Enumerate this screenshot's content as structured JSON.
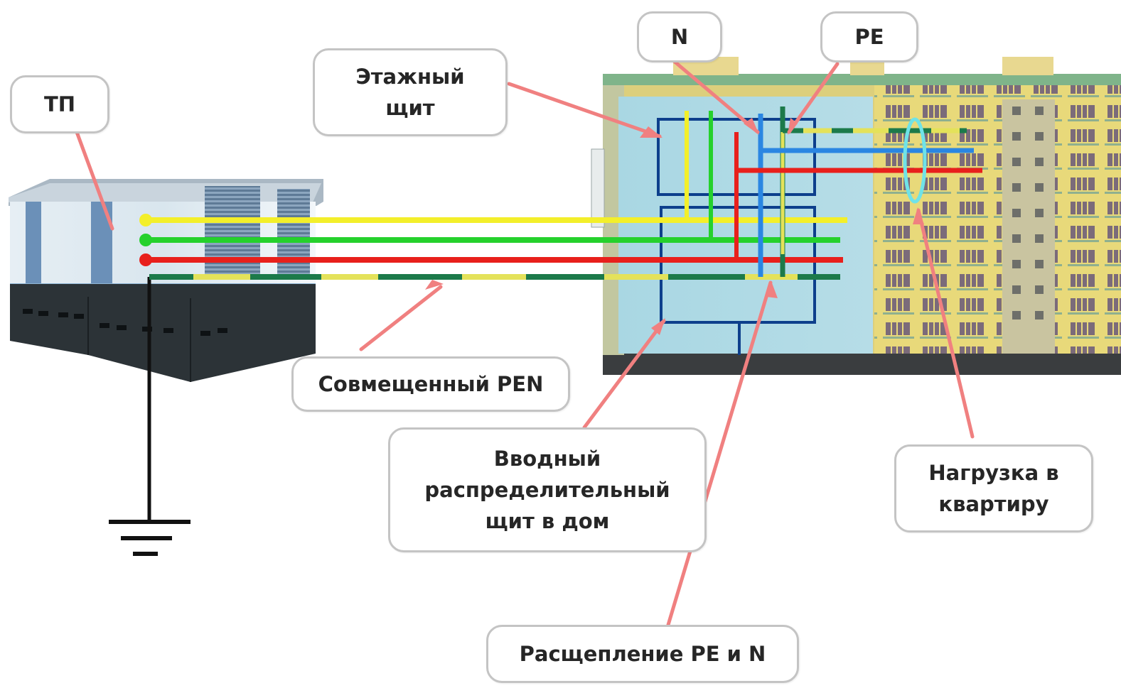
{
  "labels": {
    "tp": "ТП",
    "etazhny_line1": "Этажный",
    "etazhny_line2": "щит",
    "n": "N",
    "pe": "PE",
    "pen": "Совмещенный PEN",
    "vvodnoy_line1": "Вводный",
    "vvodnoy_line2": "распределительный",
    "vvodnoy_line3": "щит в дом",
    "rasscheplenie": "Расщепление PE и N",
    "nagruzka_line1": "Нагрузка в",
    "nagruzka_line2": "квартиру"
  },
  "colors": {
    "phase_a": "#f3ef2a",
    "phase_b": "#25d12c",
    "phase_c": "#e8201c",
    "pen_green": "#1c7a4a",
    "pen_yellow": "#e4e25a",
    "neutral_blue": "#2a86e2",
    "panel_frame": "#0d3f8c",
    "pointer": "#f08080",
    "callout_border": "#c4c4c4",
    "highlight": "#6fe3e8"
  },
  "icons": {
    "transformer": "transformer-substation-icon",
    "building": "apartment-building-icon",
    "ground": "ground-symbol-icon"
  }
}
